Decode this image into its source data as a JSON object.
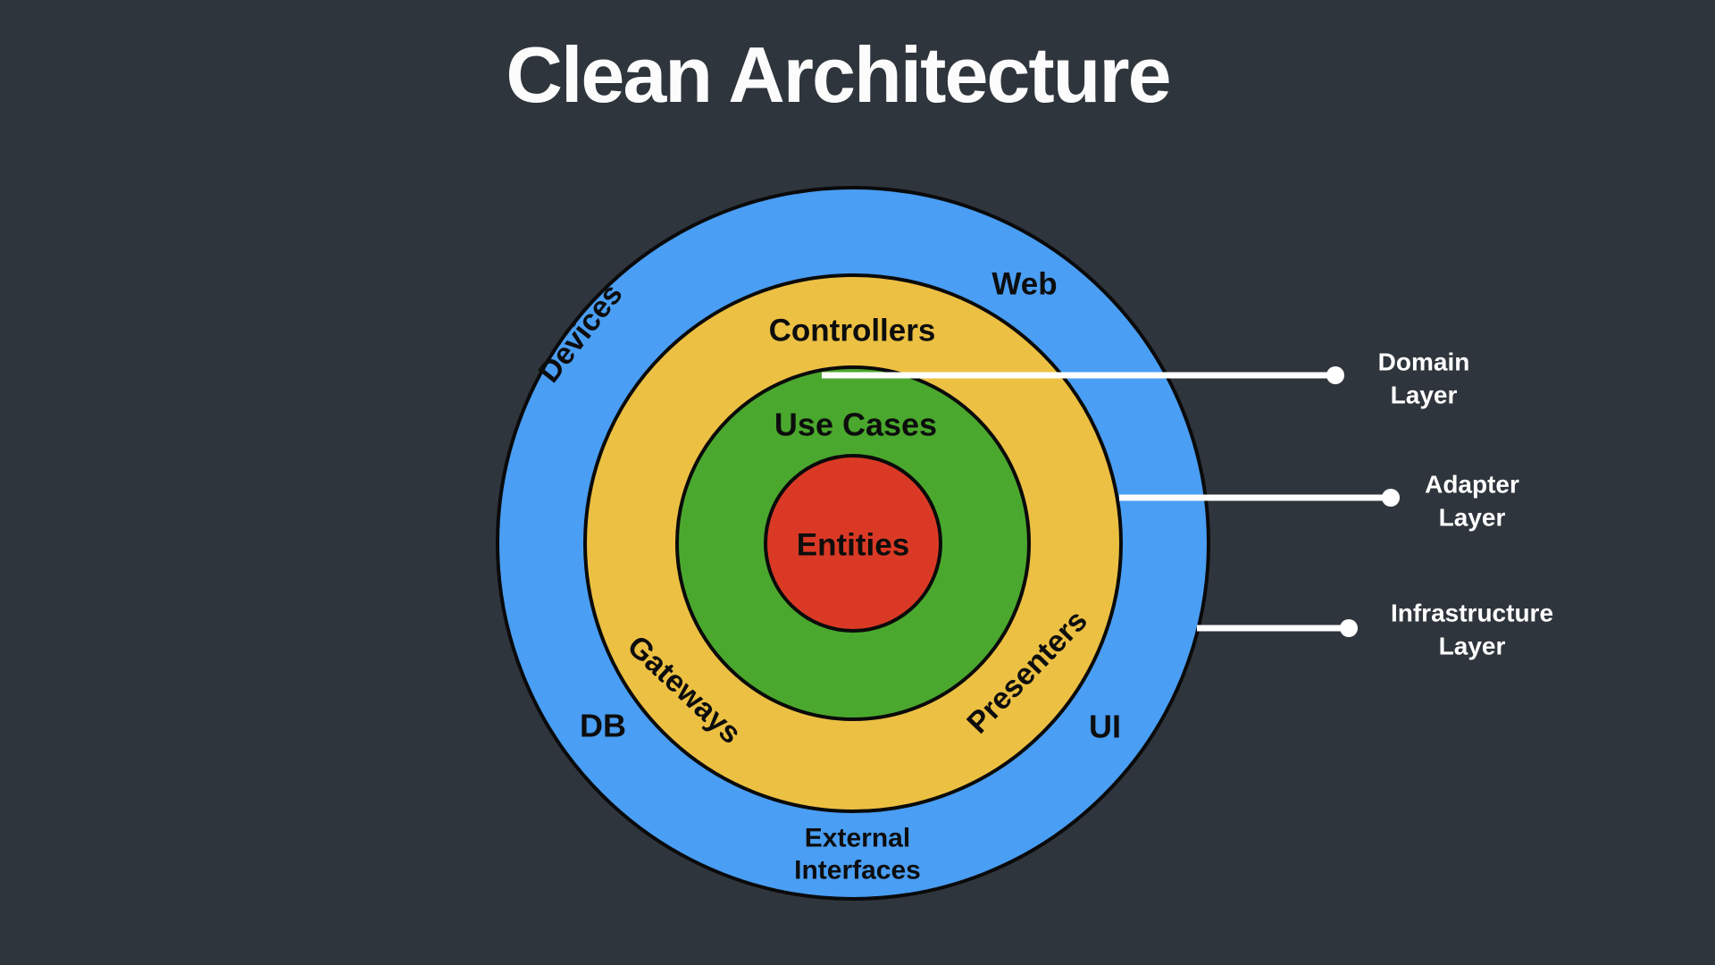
{
  "title": "Clean Architecture",
  "colors": {
    "background": "#2F353C",
    "blue_ring": "#4A9EF3",
    "yellow_ring": "#ECC043",
    "green_circle": "#4BA82E",
    "red_circle": "#DA3A25",
    "outline": "#0A0A0A",
    "callout_text": "#FFFFFF",
    "ring_label_text": "#0D0D0D"
  },
  "diagram": {
    "labels": {
      "devices": "Devices",
      "web": "Web",
      "controllers": "Controllers",
      "use_cases": "Use Cases",
      "entities": "Entities",
      "gateways": "Gateways",
      "presenters": "Presenters",
      "db": "DB",
      "ui": "UI",
      "external_line1": "External",
      "external_line2": "Interfaces"
    },
    "callouts": [
      {
        "line1": "Domain",
        "line2": "Layer"
      },
      {
        "line1": "Adapter",
        "line2": "Layer"
      },
      {
        "line1": "Infrastructure",
        "line2": "Layer"
      }
    ]
  }
}
